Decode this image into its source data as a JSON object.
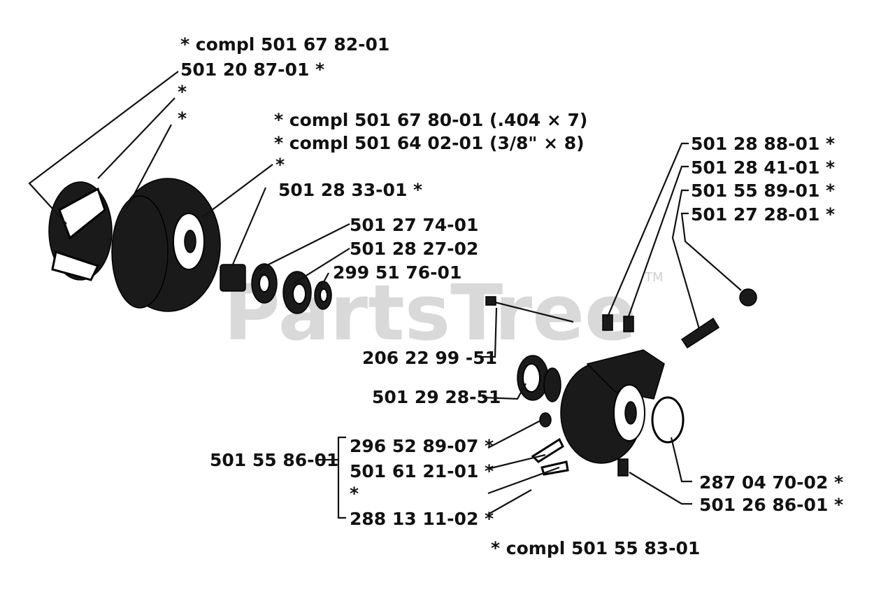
{
  "watermark": {
    "text": "PartsTree",
    "trademark": "TM"
  },
  "labels": {
    "compl_top": "* compl 501 67 82-01",
    "p_501_20_87": "501 20 87-01  *",
    "star_a": "*",
    "star_b": "*",
    "compl_404": "* compl 501 67 80-01   (.404 × 7)",
    "compl_38": "* compl 501 64 02-01   (3/8\" × 8)",
    "star_c": "*",
    "p_501_28_33": "501 28 33-01  *",
    "p_501_27_74": "501 27 74-01",
    "p_501_28_27": "501 28 27-02",
    "p_299_51_76": "299 51 76-01",
    "p_206_22_99": "206 22 99 -51",
    "p_501_29_28": "501 29 28-51",
    "p_501_55_86": "501 55 86-01",
    "p_296_52_89": "296 52 89-07  *",
    "p_501_61_21": "501 61 21-01  *",
    "star_d": "*",
    "p_288_13_11": "288 13 11-02  *",
    "compl_bottom": "* compl 501 55 83-01",
    "p_501_28_88": "501 28 88-01  *",
    "p_501_28_41": "501 28 41-01  *",
    "p_501_55_89": "501 55 89-01  *",
    "p_501_27_28": "501 27 28-01  *",
    "p_287_04_70": "287 04 70-02  *",
    "p_501_26_86": "501 26 86-01  *"
  },
  "colors": {
    "ink": "#111111",
    "watermark": "#d9d9d9",
    "background": "#ffffff"
  }
}
